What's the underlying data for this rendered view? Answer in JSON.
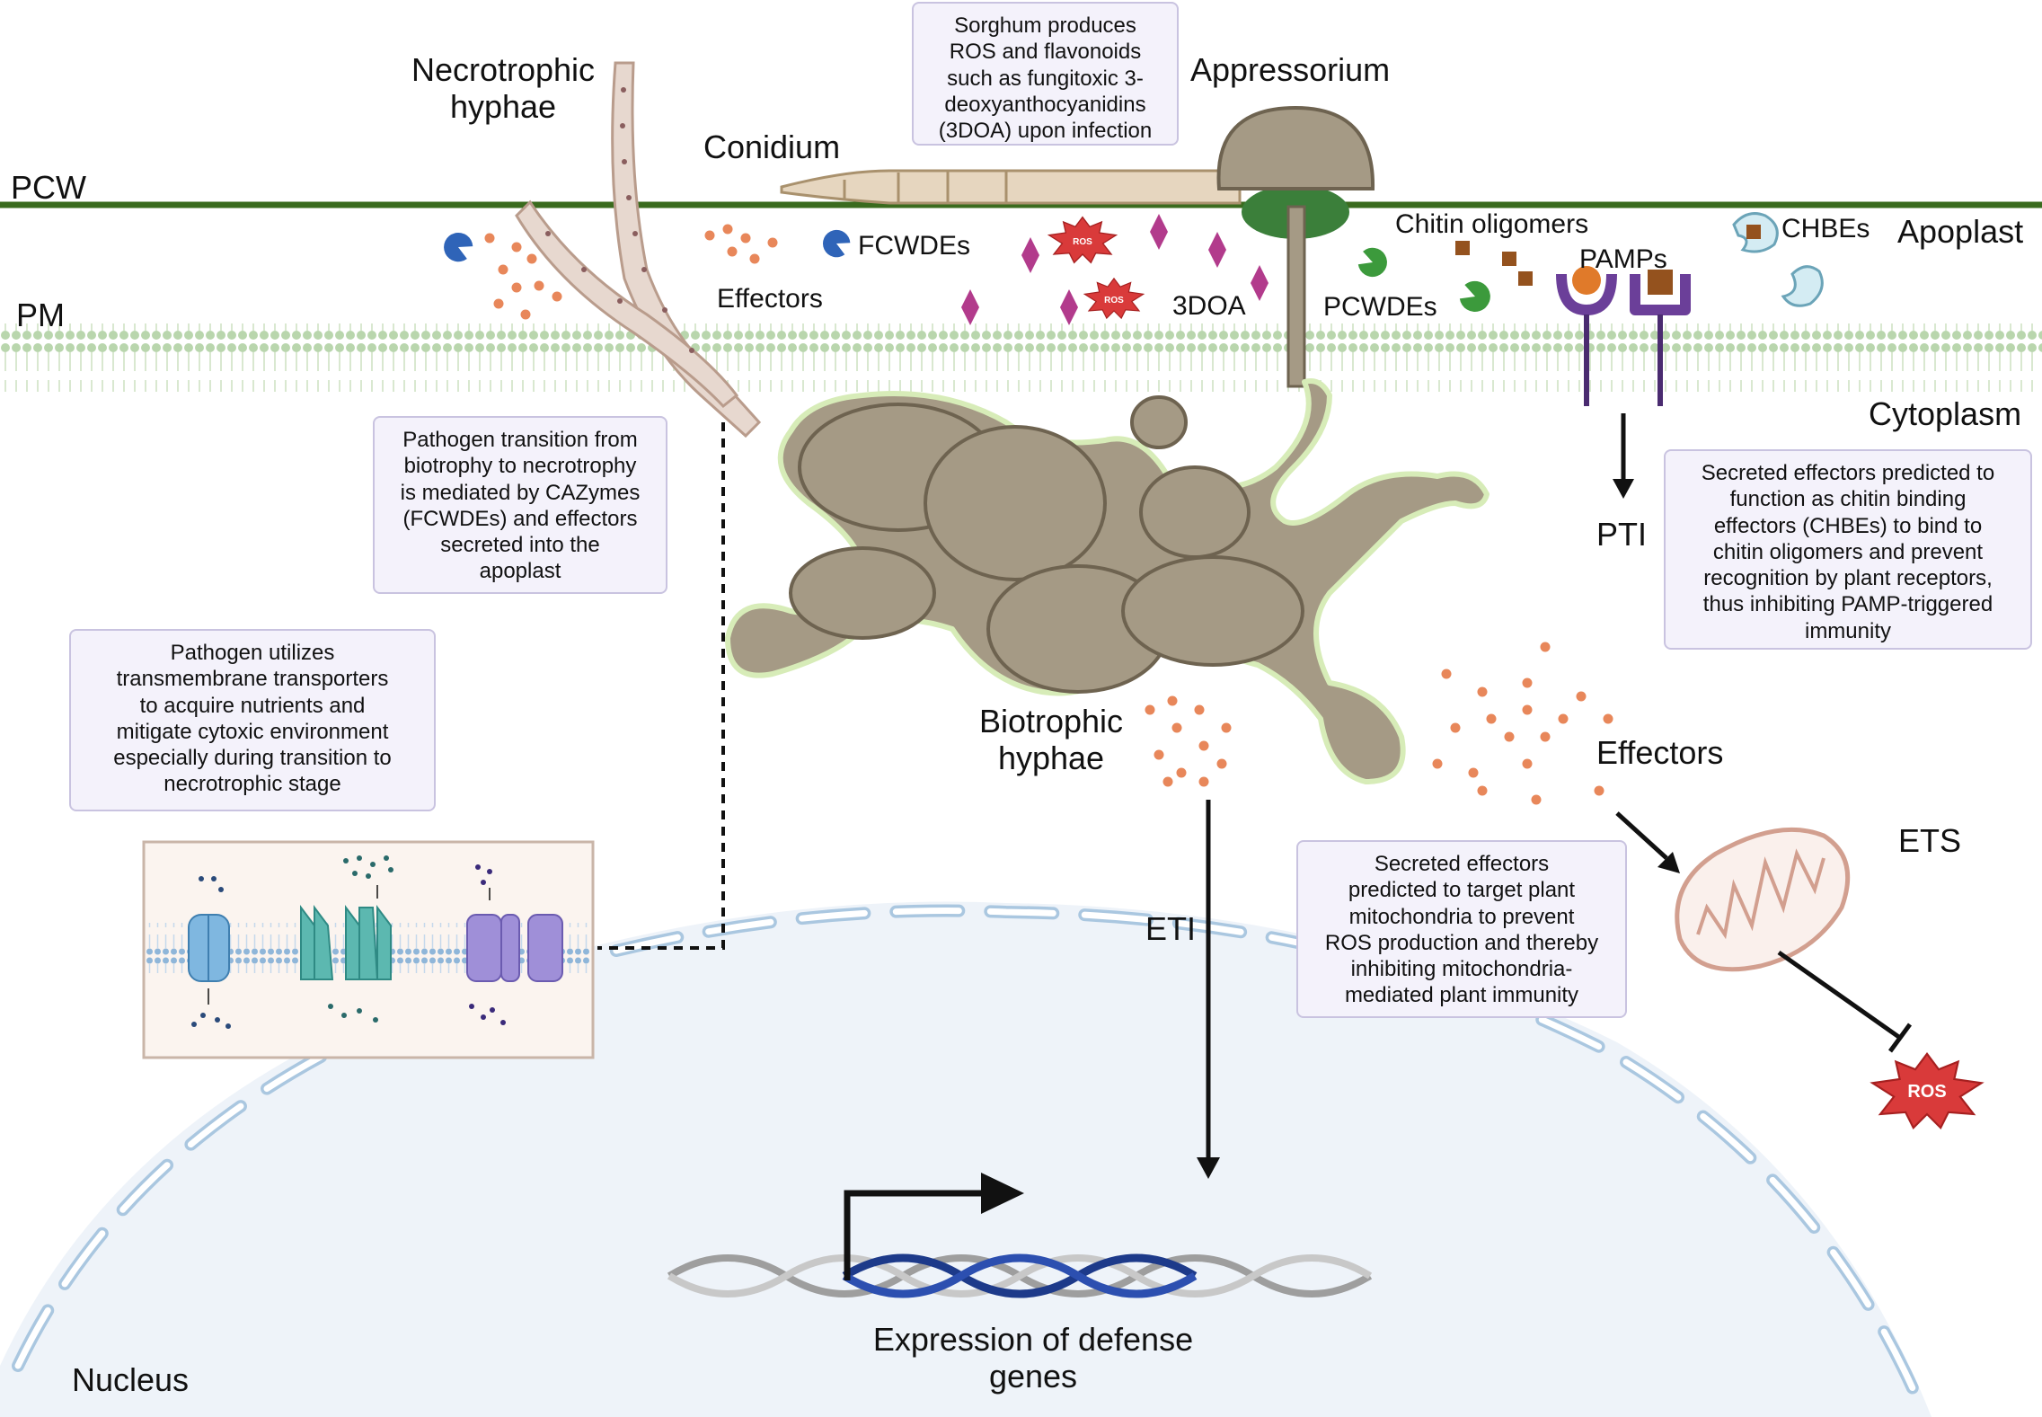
{
  "regions": {
    "pcw": "PCW",
    "pm": "PM",
    "apoplast": "Apoplast",
    "cytoplasm": "Cytoplasm",
    "nucleus": "Nucleus"
  },
  "structures": {
    "necrotrophic_hyphae": [
      "Necrotrophic",
      "hyphae"
    ],
    "conidium": "Conidium",
    "appressorium": "Appressorium",
    "biotrophic_hyphae": [
      "Biotrophic",
      "hyphae"
    ]
  },
  "molecules": {
    "fcwdes": "FCWDEs",
    "effectors_top": "Effectors",
    "dhdoa": "3DOA",
    "chitin_oligomers": "Chitin oligomers",
    "pcwdes": "PCWDEs",
    "pamps": "PAMPs",
    "chbes": "CHBEs",
    "effectors_right": "Effectors",
    "ros_small": "ROS",
    "ros_large": "ROS"
  },
  "pathways": {
    "pti": "PTI",
    "eti": "ETI",
    "ets": "ETS"
  },
  "gene_expression": [
    "Expression of defense",
    "genes"
  ],
  "notes": {
    "sorghum": [
      "Sorghum produces",
      "ROS and flavonoids",
      "such as fungitoxic 3-",
      "deoxyanthocyanidins",
      "(3DOA) upon infection"
    ],
    "transition": [
      "Pathogen transition from",
      "biotrophy to necrotrophy",
      "is mediated by CAZymes",
      "(FCWDEs) and effectors",
      "secreted into the",
      "apoplast"
    ],
    "transporters": [
      "Pathogen utilizes",
      "transmembrane transporters",
      "to acquire nutrients and",
      "mitigate cytoxic environment",
      "especially during transition to",
      "necrotrophic stage"
    ],
    "chbe": [
      "Secreted effectors predicted to",
      "function as chitin binding",
      "effectors (CHBEs) to bind to",
      "chitin oligomers and prevent",
      "recognition by plant receptors,",
      "thus inhibiting PAMP-triggered",
      "immunity"
    ],
    "mito": [
      "Secreted effectors",
      "predicted to target plant",
      "mitochondria to prevent",
      "ROS production and thereby",
      "inhibiting mitochondria-",
      "mediated plant immunity"
    ]
  },
  "colors": {
    "cell_wall": "#3a6b1e",
    "membrane": "#b9d6ad",
    "fungus_fill": "#a59a85",
    "fungus_edge": "#6e6350",
    "hypha_outline": "#d7ecb8",
    "effector": "#e8875a",
    "enzyme_blue": "#2f64b8",
    "enzyme_green": "#3c9a3c",
    "flavonoid": "#b23b8c",
    "ros": "#d93a3a",
    "chitin": "#94521e",
    "receptor": "#6b3f99",
    "nucleus_fill": "#eef3f9",
    "nuclear_envelope": "#aac7e0",
    "dna_blue": "#1d3a8a",
    "dna_gray": "#9e9e9e",
    "note_fill": "#f4f2fb",
    "note_border": "#c9c3e0"
  }
}
